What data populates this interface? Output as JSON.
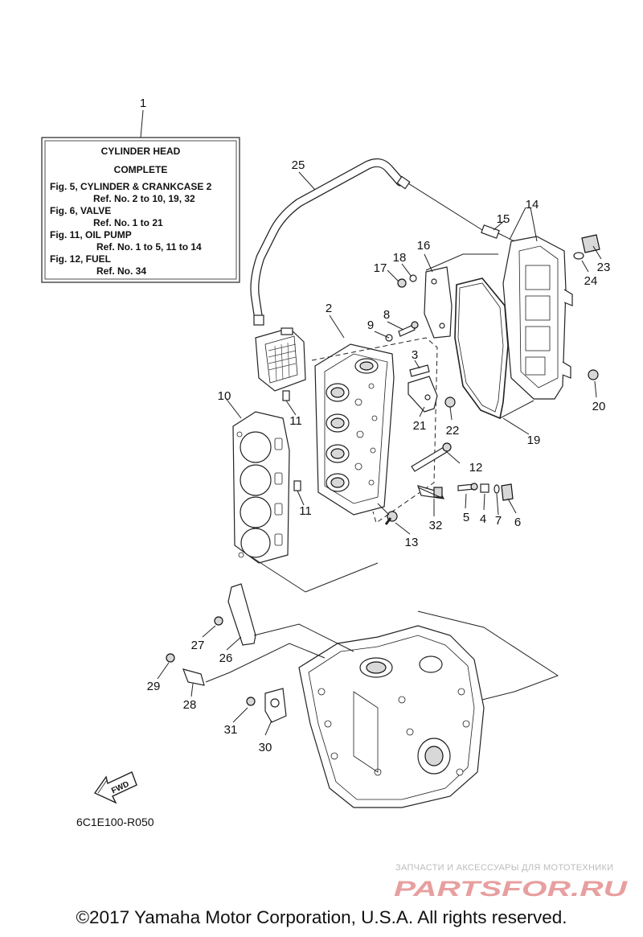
{
  "info_box": {
    "title_line1": "CYLINDER HEAD",
    "title_line2": "COMPLETE",
    "lines": [
      "Fig. 5, CYLINDER & CRANKCASE 2",
      "Ref. No. 2 to 10, 19, 32",
      "Fig. 6, VALVE",
      "Ref. No. 1 to 21",
      "Fig. 11, OIL PUMP",
      "Ref. No. 1 to 5, 11 to 14",
      "Fig. 12, FUEL",
      "Ref. No. 34"
    ]
  },
  "callouts": [
    "1",
    "2",
    "3",
    "4",
    "5",
    "6",
    "7",
    "8",
    "9",
    "10",
    "11",
    "11",
    "12",
    "13",
    "14",
    "15",
    "16",
    "17",
    "18",
    "19",
    "20",
    "21",
    "22",
    "23",
    "24",
    "25",
    "26",
    "27",
    "28",
    "29",
    "30",
    "31",
    "32"
  ],
  "fwd_label": "FWD",
  "diagram_code": "6C1E100-R050",
  "watermark": {
    "tagline": "ЗАПЧАСТИ И АКСЕССУАРЫ ДЛЯ МОТОТЕХНИКИ",
    "brand": "PARTSFOR.RU"
  },
  "copyright": "©2017 Yamaha Motor Corporation, U.S.A. All rights reserved.",
  "colors": {
    "line": "#222222",
    "watermark_brand": "#e79a9a",
    "watermark_tagline": "#b9b9b9"
  }
}
